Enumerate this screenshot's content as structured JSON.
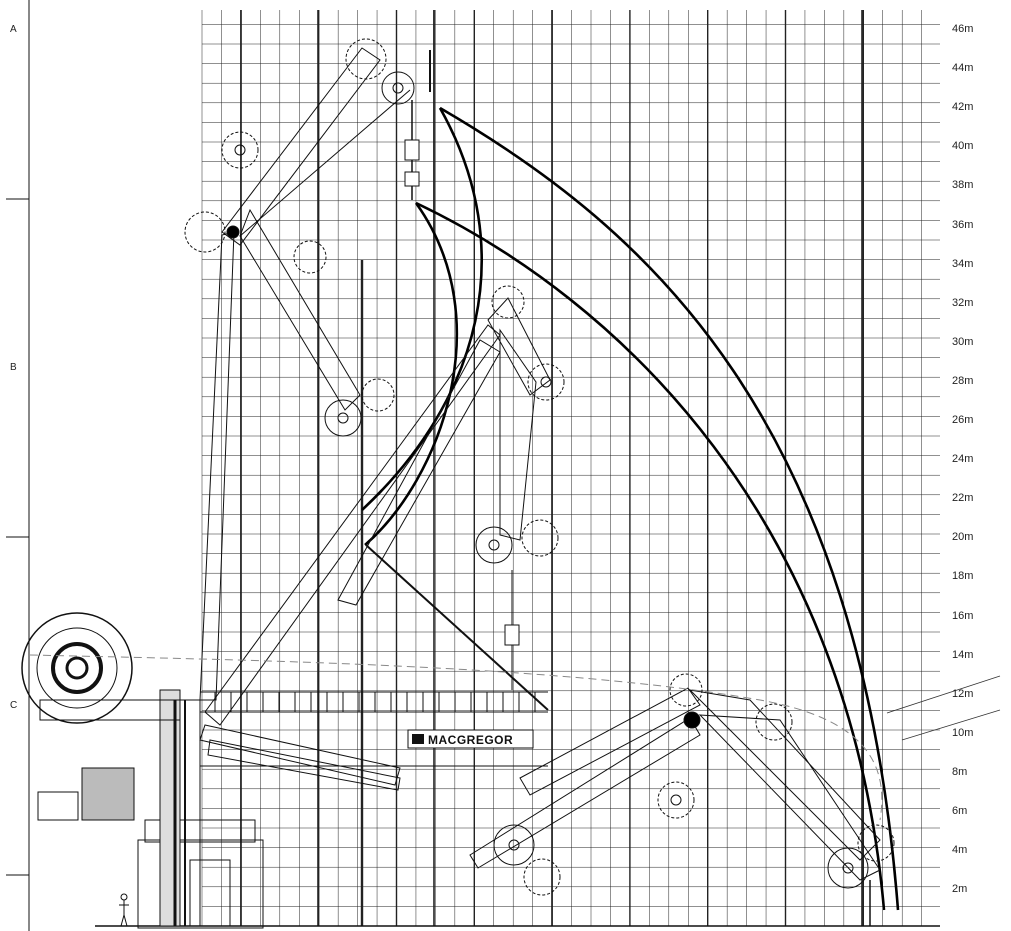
{
  "sheet": {
    "zone_labels": [
      "A",
      "B",
      "C"
    ],
    "height_labels": [
      "46m",
      "44m",
      "42m",
      "40m",
      "38m",
      "36m",
      "34m",
      "32m",
      "30m",
      "28m",
      "26m",
      "24m",
      "22m",
      "20m",
      "18m",
      "16m",
      "14m",
      "12m",
      "10m",
      "8m",
      "6m",
      "4m",
      "2m"
    ],
    "brand": "MACGREGOR"
  }
}
